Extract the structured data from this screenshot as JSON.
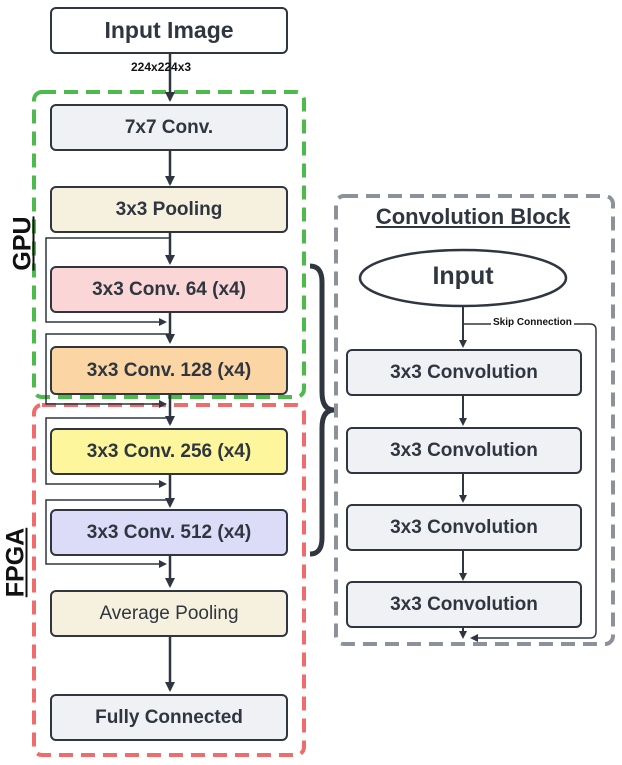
{
  "input_image": {
    "label": "Input Image",
    "dims": "224x224x3"
  },
  "gpu_label": "GPU",
  "fpga_label": "FPGA",
  "layers": [
    {
      "label": "7x7 Conv.",
      "fill": "#f0f1f4"
    },
    {
      "label": "3x3 Pooling",
      "fill": "#f6f1de"
    },
    {
      "label": "3x3 Conv. 64 (x4)",
      "fill": "#fbd6d6"
    },
    {
      "label": "3x3 Conv. 128 (x4)",
      "fill": "#fbd6a4"
    },
    {
      "label": "3x3 Conv. 256 (x4)",
      "fill": "#fdf69c"
    },
    {
      "label": "3x3 Conv. 512 (x4)",
      "fill": "#dcdcf8"
    },
    {
      "label": "Average Pooling",
      "fill": "#f6f1de"
    },
    {
      "label": "Fully Connected",
      "fill": "#f0f1f4"
    }
  ],
  "conv_block": {
    "title": "Convolution Block",
    "input_label": "Input",
    "skip_label": "Skip Connection",
    "conv_labels": [
      "3x3 Convolution",
      "3x3 Convolution",
      "3x3 Convolution",
      "3x3 Convolution"
    ]
  },
  "colors": {
    "gpu": "#4cbb4c",
    "fpga": "#f06b6b",
    "block": "#8d9199",
    "stroke": "#2f3640"
  }
}
